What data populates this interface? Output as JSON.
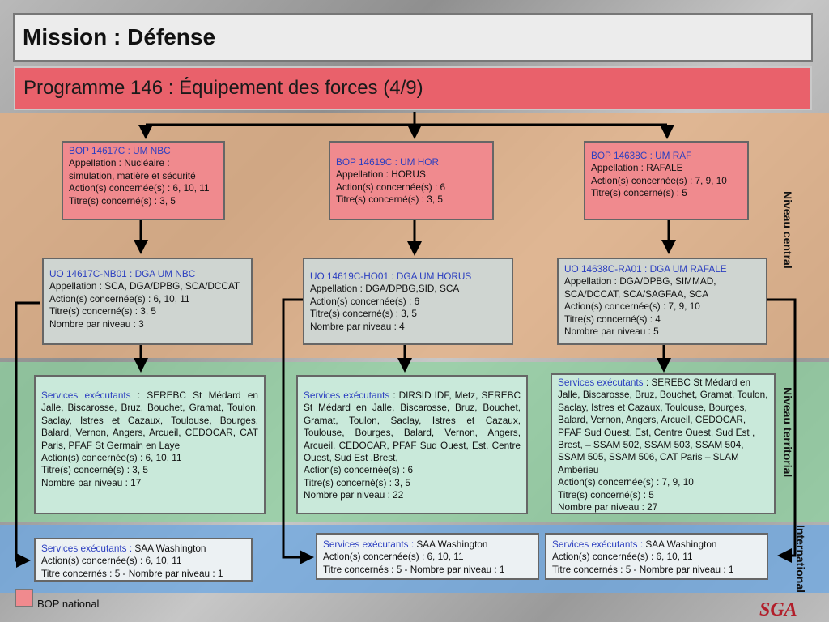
{
  "header": {
    "title": "Mission : Défense",
    "subtitle": "Programme 146 : Équipement des forces (4/9)"
  },
  "levels": {
    "central": "Niveau central",
    "territorial": "Niveau territorial",
    "international": "International"
  },
  "bops": [
    {
      "code": "BOP 14617C : UM NBC",
      "lines": [
        "Appellation : Nucléaire : simulation, matière et sécurité",
        "Action(s) concernée(s) :  6, 10, 11",
        "Titre(s) concerné(s) : 3, 5"
      ]
    },
    {
      "code": "BOP 14619C : UM HOR",
      "lines": [
        "Appellation : HORUS",
        "Action(s) concernée(s) :  6",
        "Titre(s) concerné(s) : 3, 5"
      ]
    },
    {
      "code": "BOP 14638C : UM RAF",
      "lines": [
        "Appellation : RAFALE",
        "Action(s) concernée(s) :  7, 9, 10",
        "Titre(s) concerné(s) : 5"
      ]
    }
  ],
  "uos": [
    {
      "code": "UO 14617C-NB01 : DGA UM NBC",
      "lines": [
        "Appellation : SCA, DGA/DPBG, SCA/DCCAT",
        "Action(s) concernée(s) :  6, 10, 11",
        "Titre(s) concerné(s) : 3, 5",
        "Nombre par niveau : 3"
      ]
    },
    {
      "code": "UO 14619C-HO01 : DGA UM HORUS",
      "lines": [
        "Appellation : DGA/DPBG,SID, SCA",
        "Action(s) concernée(s) :  6",
        "Titre(s) concerné(s) : 3, 5",
        "Nombre par niveau : 4"
      ]
    },
    {
      "code": "UO 14638C-RA01 :  DGA UM RAFALE",
      "lines": [
        "Appellation : DGA/DPBG, SIMMAD, SCA/DCCAT, SCA/SAGFAA, SCA",
        "Action(s) concernée(s) :  7, 9, 10",
        "Titre(s) concerné(s) : 4",
        "Nombre par niveau : 5"
      ]
    }
  ],
  "services": [
    {
      "label": "Services exécutants",
      "text": " : SEREBC St Médard en Jalle, Biscarosse, Bruz, Bouchet, Gramat, Toulon, Saclay, Istres et Cazaux, Toulouse, Bourges, Balard, Vernon, Angers, Arcueil, CEDOCAR, CAT Paris, PFAF St Germain en Laye",
      "lines": [
        "Action(s) concernée(s) :  6, 10, 11",
        "Titre(s) concerné(s) : 3, 5",
        "Nombre par niveau :  17"
      ]
    },
    {
      "label": "Services exécutants",
      "text": " :   DIRSID IDF, Metz, SEREBC St Médard en Jalle, Biscarosse, Bruz, Bouchet, Gramat, Toulon, Saclay, Istres et Cazaux, Toulouse, Bourges, Balard, Vernon, Angers, Arcueil, CEDOCAR, PFAF Sud Ouest, Est, Centre Ouest, Sud Est ,Brest,",
      "lines": [
        "Action(s) concernée(s) :  6",
        "Titre(s) concerné(s) : 3, 5",
        "Nombre par niveau : 22"
      ]
    },
    {
      "label": "Services exécutants",
      "text": " : SEREBC St Médard en Jalle, Biscarosse, Bruz, Bouchet, Gramat, Toulon, Saclay, Istres et Cazaux, Toulouse, Bourges, Balard, Vernon, Angers, Arcueil, CEDOCAR, PFAF Sud Ouest, Est, Centre Ouest, Sud Est , Brest,  – SSAM 502, SSAM 503,  SSAM 504, SSAM 505, SSAM 506,  CAT Paris – SLAM Ambérieu",
      "lines": [
        "Action(s) concernée(s) :  7, 9, 10",
        "Titre(s) concerné(s) : 5",
        "Nombre par niveau : 27"
      ]
    }
  ],
  "international": [
    {
      "label": "Services exécutants : ",
      "text": "SAA Washington",
      "lines": [
        "Action(s) concernée(s) :  6, 10, 11",
        "Titre concernés : 5 - Nombre par niveau : 1"
      ]
    },
    {
      "label": "Services exécutants : ",
      "text": "SAA Washington",
      "lines": [
        "Action(s) concernée(s) :  6, 10, 11",
        "Titre concernés : 5 -  Nombre par niveau : 1"
      ]
    },
    {
      "label": "Services exécutants : ",
      "text": "SAA Washington",
      "lines": [
        "Action(s) concernée(s) :  6, 10, 11",
        "Titre concernés : 5  - Nombre par niveau : 1"
      ]
    }
  ],
  "legend": {
    "label": "BOP national",
    "color": "#f08a8e"
  },
  "logo": "SGA"
}
